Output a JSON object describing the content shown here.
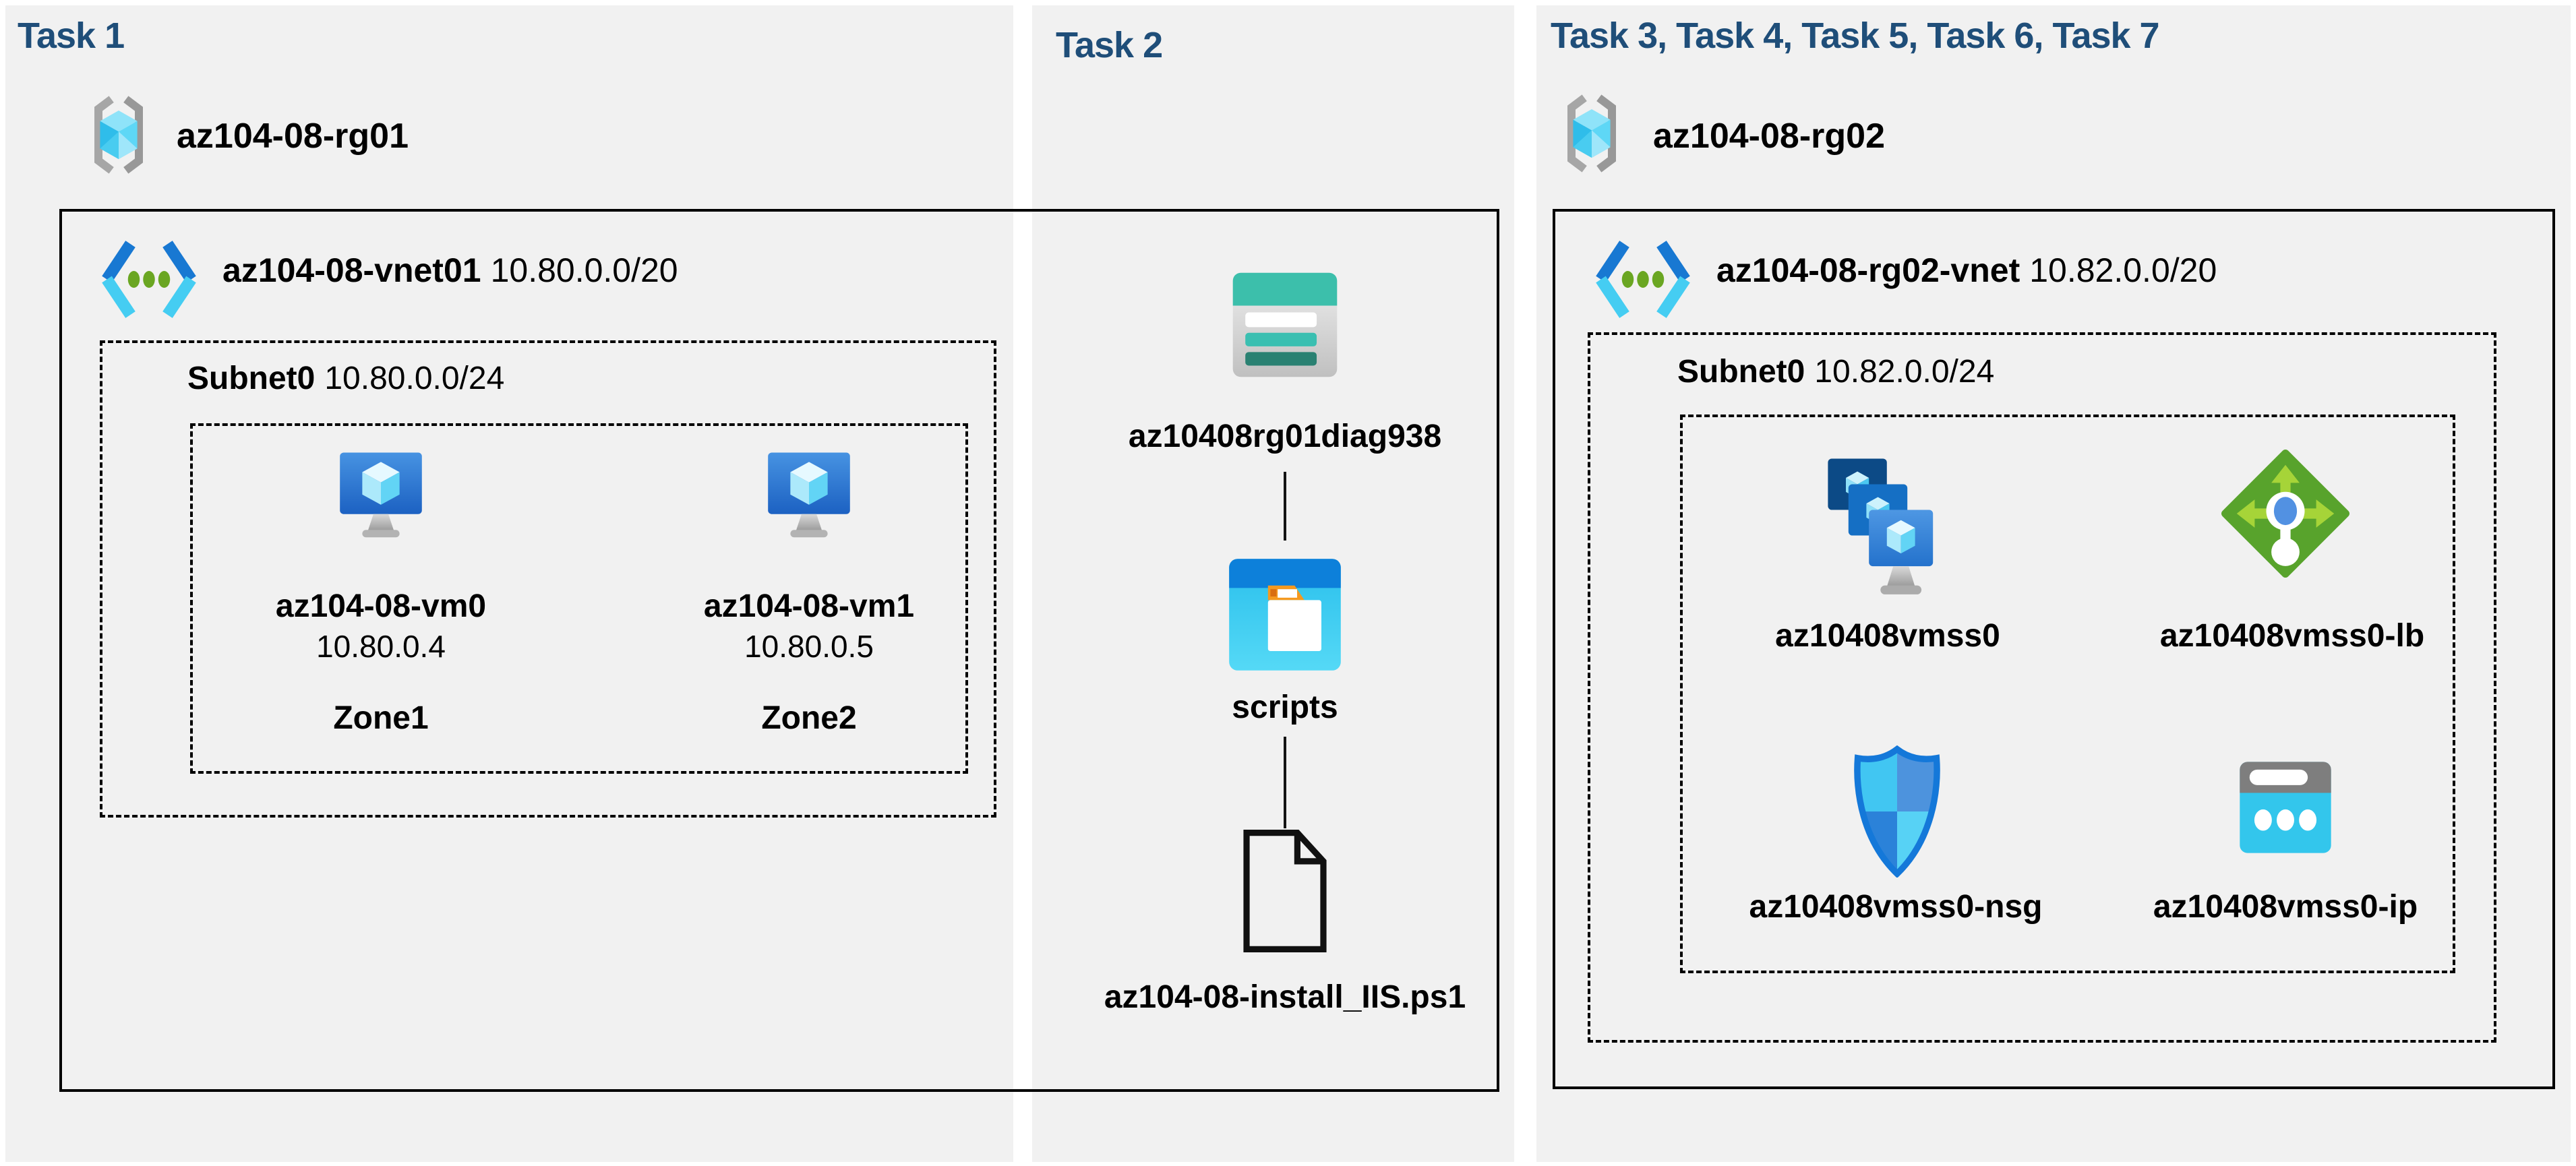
{
  "colors": {
    "title_blue": "#1f4e79",
    "panel_gray": "#f1f1f1",
    "text": "#000000",
    "storage_teal": "#3cbfab",
    "container_blue": "#0d80da",
    "container_cyan": "#2bc0ec",
    "lb_green": "#58a32c",
    "nsg_blue": "#1478d9",
    "vm_blue": "#1c61c2",
    "ip_cyan": "#33c6ec"
  },
  "task1": {
    "title": "Task 1",
    "resource_group": {
      "name": "az104-08-rg01",
      "icon": "resource-group-icon"
    },
    "vnet": {
      "name": "az104-08-vnet01",
      "cidr": "10.80.0.0/20",
      "icon": "virtual-network-icon"
    },
    "subnet": {
      "name": "Subnet0",
      "cidr": "10.80.0.0/24"
    },
    "vms": [
      {
        "name": "az104-08-vm0",
        "ip": "10.80.0.4",
        "zone": "Zone1",
        "icon": "virtual-machine-icon"
      },
      {
        "name": "az104-08-vm1",
        "ip": "10.80.0.5",
        "zone": "Zone2",
        "icon": "virtual-machine-icon"
      }
    ]
  },
  "task2": {
    "title": "Task 2",
    "storage_account": {
      "name": "az10408rg01diag938",
      "icon": "storage-account-icon"
    },
    "container": {
      "name": "scripts",
      "icon": "blob-container-icon"
    },
    "file": {
      "name": "az104-08-install_IIS.ps1",
      "icon": "file-icon"
    }
  },
  "task3": {
    "title": "Task 3, Task 4, Task 5, Task 6, Task 7",
    "resource_group": {
      "name": "az104-08-rg02",
      "icon": "resource-group-icon"
    },
    "vnet": {
      "name": "az104-08-rg02-vnet",
      "cidr": "10.82.0.0/20",
      "icon": "virtual-network-icon"
    },
    "subnet": {
      "name": "Subnet0",
      "cidr": "10.82.0.0/24"
    },
    "resources": [
      {
        "name": "az10408vmss0",
        "type": "vm-scale-set",
        "icon": "vm-scale-set-icon"
      },
      {
        "name": "az10408vmss0-lb",
        "type": "load-balancer",
        "icon": "load-balancer-icon"
      },
      {
        "name": "az10408vmss0-nsg",
        "type": "network-security-group",
        "icon": "nsg-icon"
      },
      {
        "name": "az10408vmss0-ip",
        "type": "public-ip",
        "icon": "public-ip-icon"
      }
    ]
  }
}
